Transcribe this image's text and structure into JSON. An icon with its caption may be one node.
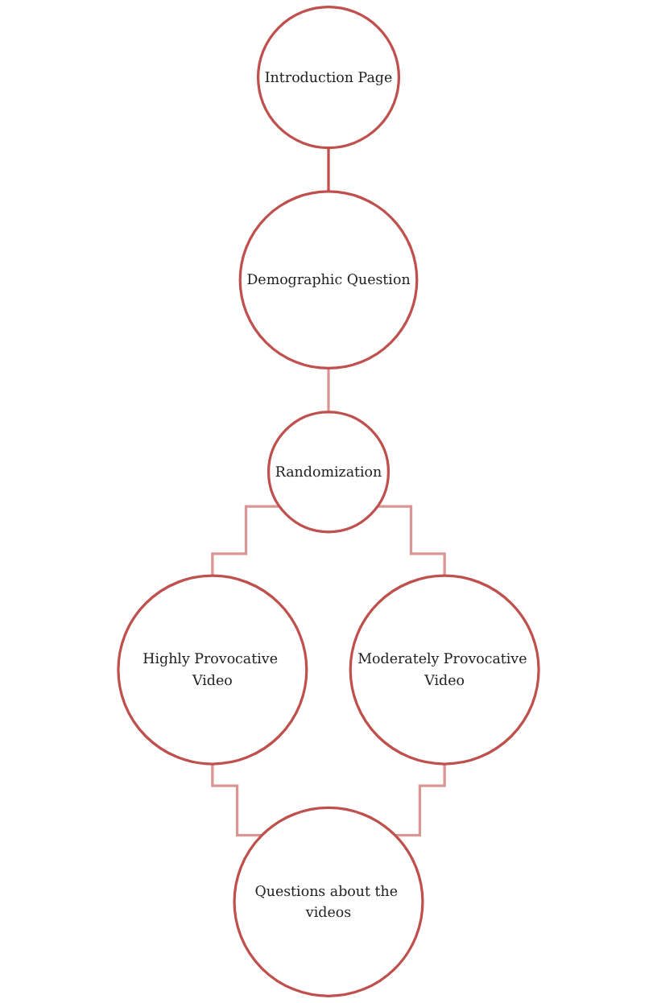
{
  "diagram": {
    "nodes": [
      {
        "text": [
          "Introduction Page"
        ]
      },
      {
        "text": [
          "Demographic Question"
        ]
      },
      {
        "text": [
          "Randomization"
        ]
      },
      {
        "text": [
          "Highly Provocative Video"
        ]
      },
      {
        "text": [
          "Moderately Provocative Video"
        ]
      },
      {
        "text": [
          "Questions about the videos"
        ]
      }
    ],
    "edges": [
      {
        "from": 0,
        "to": 1,
        "arrow": "none",
        "color": "#c0504d"
      },
      {
        "from": 1,
        "to": 2,
        "arrow": "none"
      },
      {
        "from": 2,
        "to": 3,
        "arrow": "none"
      },
      {
        "from": 2,
        "to": 4,
        "arrow": "none"
      },
      {
        "from": 3,
        "to": 5,
        "arrow": "none"
      },
      {
        "from": 4,
        "to": 5,
        "arrow": "none"
      }
    ]
  }
}
